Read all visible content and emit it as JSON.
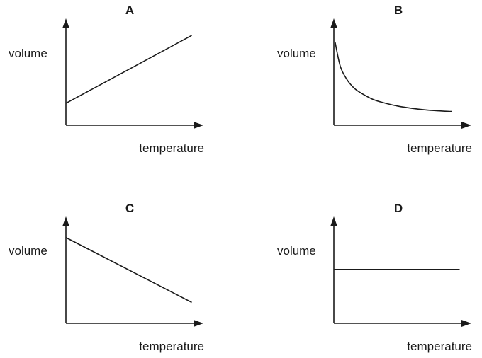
{
  "chart_data": [
    {
      "type": "line",
      "title": "A",
      "xlabel": "temperature",
      "ylabel": "volume",
      "xlim": [
        0,
        10
      ],
      "ylim": [
        0,
        10
      ],
      "grid": false,
      "series": [
        {
          "x": [
            0,
            9.7
          ],
          "y": [
            2.2,
            9.0
          ]
        }
      ]
    },
    {
      "type": "line",
      "title": "B",
      "xlabel": "temperature",
      "ylabel": "volume",
      "xlim": [
        0,
        10
      ],
      "ylim": [
        0,
        10
      ],
      "grid": false,
      "series": [
        {
          "x": [
            0.1,
            0.5,
            1,
            1.5,
            2,
            3,
            4,
            5,
            6,
            7,
            8,
            9,
            9.0
          ],
          "y": [
            8.3,
            5.9,
            4.6,
            3.8,
            3.3,
            2.6,
            2.2,
            1.9,
            1.7,
            1.55,
            1.45,
            1.38,
            1.38
          ]
        }
      ]
    },
    {
      "type": "line",
      "title": "C",
      "xlabel": "temperature",
      "ylabel": "volume",
      "xlim": [
        0,
        10
      ],
      "ylim": [
        0,
        10
      ],
      "grid": false,
      "series": [
        {
          "x": [
            0,
            9.7
          ],
          "y": [
            8.6,
            2.1
          ]
        }
      ]
    },
    {
      "type": "line",
      "title": "D",
      "xlabel": "temperature",
      "ylabel": "volume",
      "xlim": [
        0,
        10
      ],
      "ylim": [
        0,
        10
      ],
      "grid": false,
      "series": [
        {
          "x": [
            0,
            9.7
          ],
          "y": [
            5.4,
            5.4
          ]
        }
      ]
    }
  ]
}
